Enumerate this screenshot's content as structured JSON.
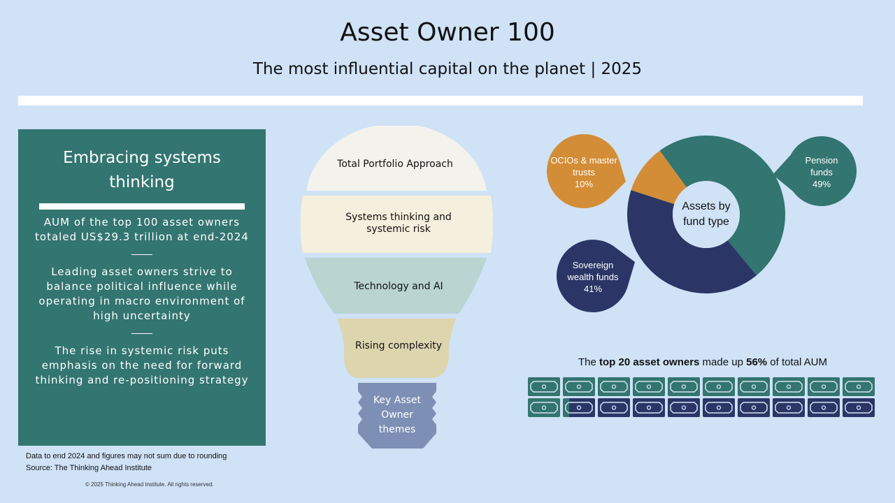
{
  "header": {
    "title": "Asset Owner 100",
    "subtitle": "The most influential capital on the planet |  2025"
  },
  "panel": {
    "heading": "Embracing systems thinking",
    "points": [
      "AUM of the top 100 asset owners totaled US$29.3 trillion at end-2024",
      "Leading asset owners strive to balance political influence while operating in macro environment of high uncertainty",
      "The rise in systemic risk puts emphasis on the need for forward thinking and re-positioning strategy"
    ]
  },
  "bulb": {
    "themes": [
      "Total Portfolio Approach",
      "Systems thinking and systemic risk",
      "Technology and AI",
      "Rising complexity"
    ],
    "base": "Key Asset Owner themes"
  },
  "chart_data": {
    "type": "pie",
    "title": "Assets by fund type",
    "categories": [
      "Pension funds",
      "Sovereign wealth funds",
      "OCIOs & master trusts"
    ],
    "values": [
      49,
      41,
      10
    ],
    "labels": [
      "49%",
      "41%",
      "10%"
    ],
    "colors": [
      "#337570",
      "#2b3667",
      "#d38d36"
    ]
  },
  "top20": {
    "pre": "The ",
    "bold1": "top 20 asset owners",
    "mid": " made up ",
    "bold2": "56%",
    "post": " of total AUM",
    "share_percent": 56,
    "total_bills": 20
  },
  "footer": {
    "note1": "Data to end 2024 and figures may not sum due to rounding",
    "note2": "Source: The Thinking Ahead Institute",
    "copyright": "© 2025 Thinking Ahead Institute. All rights reserved."
  }
}
